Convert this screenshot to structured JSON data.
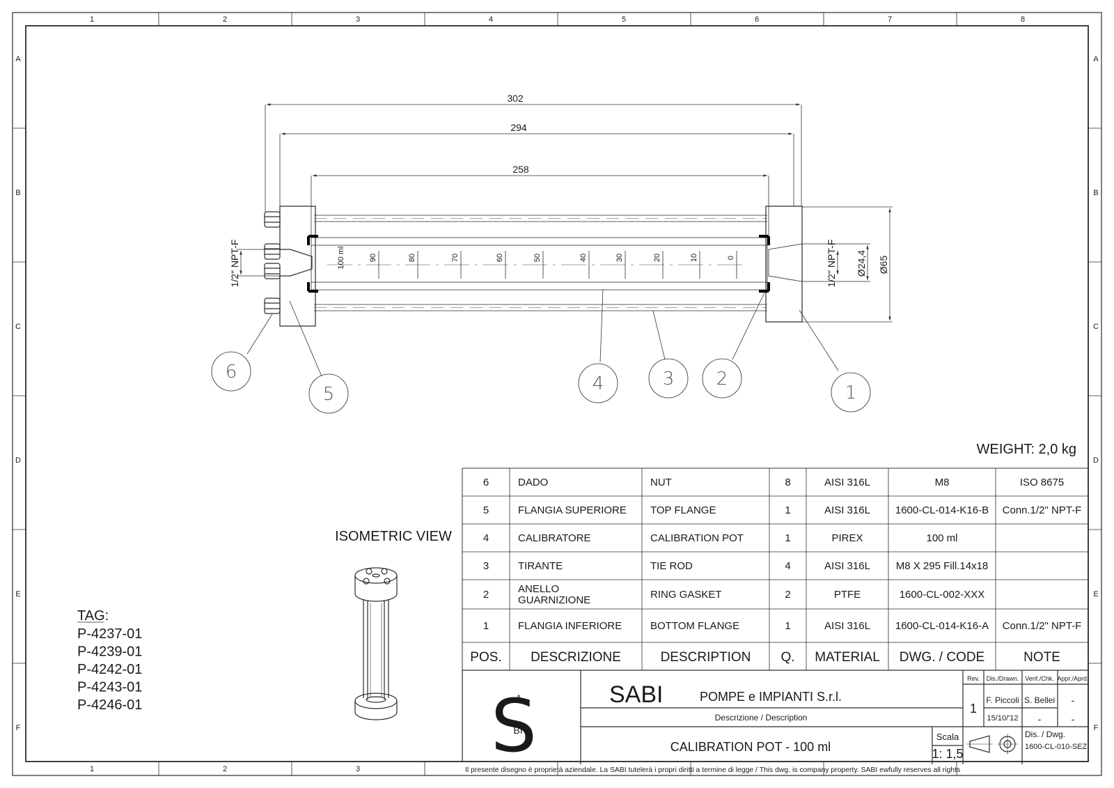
{
  "frame": {
    "columns": [
      "1",
      "2",
      "3",
      "4",
      "5",
      "6",
      "7",
      "8"
    ],
    "rows": [
      "A",
      "B",
      "C",
      "D",
      "E",
      "F"
    ],
    "bottom_columns": [
      "1",
      "2",
      "3"
    ]
  },
  "dimensions": {
    "overall": "302",
    "rod_length": "294",
    "pot_length": "258",
    "diameter_outer": "Ø65",
    "diameter_bore": "Ø24,4",
    "thread_left": "1/2\" NPT-F",
    "thread_right": "1/2\" NPT-F"
  },
  "scale_marks": [
    "100 ml",
    "90",
    "80",
    "70",
    "60",
    "50",
    "40",
    "30",
    "20",
    "10",
    "0"
  ],
  "balloons": [
    "6",
    "5",
    "4",
    "3",
    "2",
    "1"
  ],
  "isometric_title": "ISOMETRIC VIEW",
  "weight": "WEIGHT: 2,0 kg",
  "tags": {
    "title": "TAG:",
    "items": [
      "P-4237-01",
      "P-4239-01",
      "P-4242-01",
      "P-4243-01",
      "P-4246-01"
    ]
  },
  "bom": {
    "headers": [
      "POS.",
      "DESCRIZIONE",
      "DESCRIPTION",
      "Q.",
      "MATERIAL",
      "DWG. / CODE",
      "NOTE"
    ],
    "rows": [
      [
        "6",
        "DADO",
        "NUT",
        "8",
        "AISI 316L",
        "M8",
        "ISO 8675"
      ],
      [
        "5",
        "FLANGIA SUPERIORE",
        "TOP FLANGE",
        "1",
        "AISI 316L",
        "1600-CL-014-K16-B",
        "Conn.1/2\" NPT-F"
      ],
      [
        "4",
        "CALIBRATORE",
        "CALIBRATION POT",
        "1",
        "PIREX",
        "100 ml",
        ""
      ],
      [
        "3",
        "TIRANTE",
        "TIE ROD",
        "4",
        "AISI 316L",
        "M8 X 295 Fill.14x18",
        ""
      ],
      [
        "2",
        "ANELLO\nGUARNIZIONE",
        "RING GASKET",
        "2",
        "PTFE",
        "1600-CL-002-XXX",
        ""
      ],
      [
        "1",
        "FLANGIA INFERIORE",
        "BOTTOM FLANGE",
        "1",
        "AISI 316L",
        "1600-CL-014-K16-A",
        "Conn.1/2\" NPT-F"
      ]
    ]
  },
  "title_block": {
    "logo_big": "S",
    "logo_a": "A",
    "logo_bi": "BI",
    "company": "SABI",
    "company_sub": "POMPE e IMPIANTI S.r.l.",
    "desc_label": "Descrizione / Description",
    "desc_value": "CALIBRATION POT - 100 ml",
    "rev_label": "Rev.",
    "rev_value": "1",
    "drawn_label": "Dis./Drawn.",
    "drawn_by": "F. Piccoli",
    "drawn_date": "15/10/'12",
    "chk_label": "Verif./Chk.",
    "chk_by": "S. Bellei",
    "chk_date": "-",
    "appr_label": "Appr./Aprd.",
    "appr_by": "-",
    "appr_date": "-",
    "scale_label": "Scala",
    "scale_value": "1: 1,5",
    "dwg_label": "Dis. / Dwg.",
    "dwg_value": "1600-CL-010-SEZ",
    "footer": "Il presente disegno è proprietà aziendale. La SABI tutelerà i propri diritti a termine di legge / This dwg. is company  property. SABI ewfully  reserves all rights"
  }
}
